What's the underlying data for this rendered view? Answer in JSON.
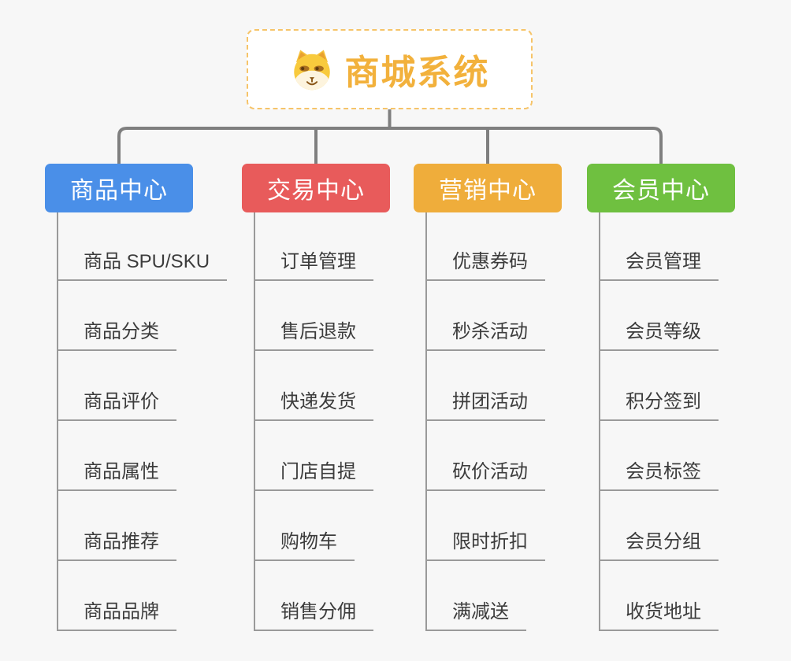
{
  "page": {
    "background": "#f7f7f7",
    "connector_color": "#7f7f7f",
    "leaf_line_color": "#9a9a9a"
  },
  "root": {
    "label": "商城系统",
    "icon": "doge-face-icon",
    "text_color": "#f2b13c",
    "border_color": "#f6c469"
  },
  "branches": [
    {
      "label": "商品中心",
      "color": "#4a8fe8",
      "items": [
        "商品 SPU/SKU",
        "商品分类",
        "商品评价",
        "商品属性",
        "商品推荐",
        "商品品牌"
      ]
    },
    {
      "label": "交易中心",
      "color": "#e85b5b",
      "items": [
        "订单管理",
        "售后退款",
        "快递发货",
        "门店自提",
        "购物车",
        "销售分佣"
      ]
    },
    {
      "label": "营销中心",
      "color": "#efad3b",
      "items": [
        "优惠券码",
        "秒杀活动",
        "拼团活动",
        "砍价活动",
        "限时折扣",
        "满减送"
      ]
    },
    {
      "label": "会员中心",
      "color": "#6fc040",
      "items": [
        "会员管理",
        "会员等级",
        "积分签到",
        "会员标签",
        "会员分组",
        "收货地址"
      ]
    }
  ]
}
